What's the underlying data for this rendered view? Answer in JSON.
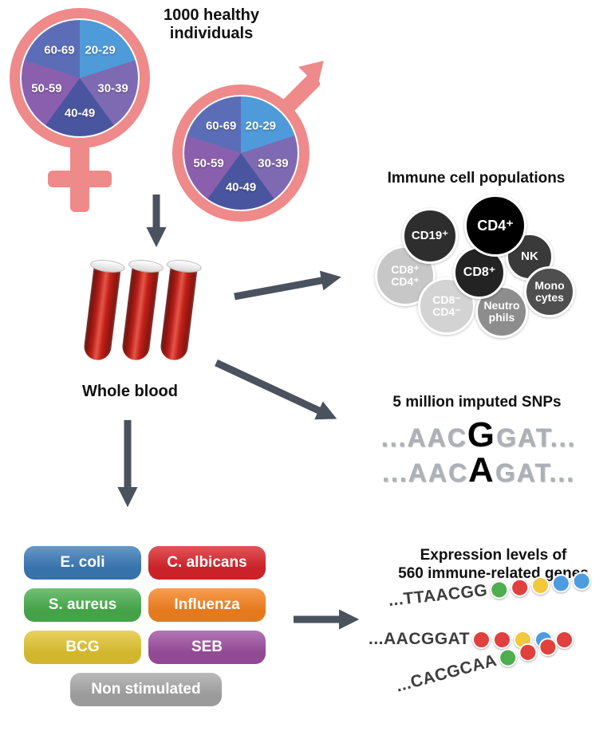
{
  "colors": {
    "arrow": "#4a525e",
    "symbol_pink": "#ee8a8a"
  },
  "cohort": {
    "title": "1000 healthy\nindividuals",
    "age_groups": [
      "20-29",
      "30-39",
      "40-49",
      "50-59",
      "60-69"
    ],
    "pie_colors": [
      "#4f9ad8",
      "#7e6ab2",
      "#4a55a0",
      "#8a5fae",
      "#5c6db8"
    ]
  },
  "whole_blood": {
    "label": "Whole blood"
  },
  "immune_cells": {
    "title": "Immune cell populations",
    "cells": [
      {
        "label": "CD8⁺\nCD4⁺",
        "color": "#c7c7c7"
      },
      {
        "label": "CD8⁻\nCD4⁻",
        "color": "#d3d3d3"
      },
      {
        "label": "CD19⁺",
        "color": "#2e2e2e"
      },
      {
        "label": "NK",
        "color": "#3a3a3a"
      },
      {
        "label": "Mono\ncytes",
        "color": "#4f4f4f"
      },
      {
        "label": "Neutro\nphils",
        "color": "#8d8d8d"
      },
      {
        "label": "CD8⁺",
        "color": "#232323"
      },
      {
        "label": "CD4⁺",
        "color": "#000000"
      }
    ]
  },
  "snps": {
    "title": "5 million imputed SNPs",
    "lines": [
      {
        "prefix": "...AAC",
        "variant": "G",
        "suffix": "GAT..."
      },
      {
        "prefix": "...AAC",
        "variant": "A",
        "suffix": "GAT..."
      }
    ]
  },
  "stimuli": {
    "items": [
      {
        "label": "E. coli",
        "color": "#3b7bb8"
      },
      {
        "label": "C. albicans",
        "color": "#d9252b"
      },
      {
        "label": "S. aureus",
        "color": "#4aae4e"
      },
      {
        "label": "Influenza",
        "color": "#f68220"
      },
      {
        "label": "BCG",
        "color": "#e2c532"
      },
      {
        "label": "SEB",
        "color": "#9d4fa0"
      },
      {
        "label": "Non stimulated",
        "color": "#a7a7a7"
      }
    ]
  },
  "expression": {
    "title": "Expression levels of\n560 immune-related genes",
    "rows": [
      {
        "seq": "...TTAACGG",
        "beads": [
          "#4fae50",
          "#e0403e",
          "#f3c73e",
          "#4d9ce0",
          "#4d9ce0"
        ]
      },
      {
        "seq": "...AACGGAT",
        "beads": [
          "#e0403e",
          "#e0403e",
          "#f3c73e",
          "#4d9ce0",
          "#e0403e"
        ]
      },
      {
        "seq": "...CACGCAA",
        "beads": [
          "#4fae50",
          "#e0403e",
          "#e0403e"
        ]
      }
    ]
  }
}
